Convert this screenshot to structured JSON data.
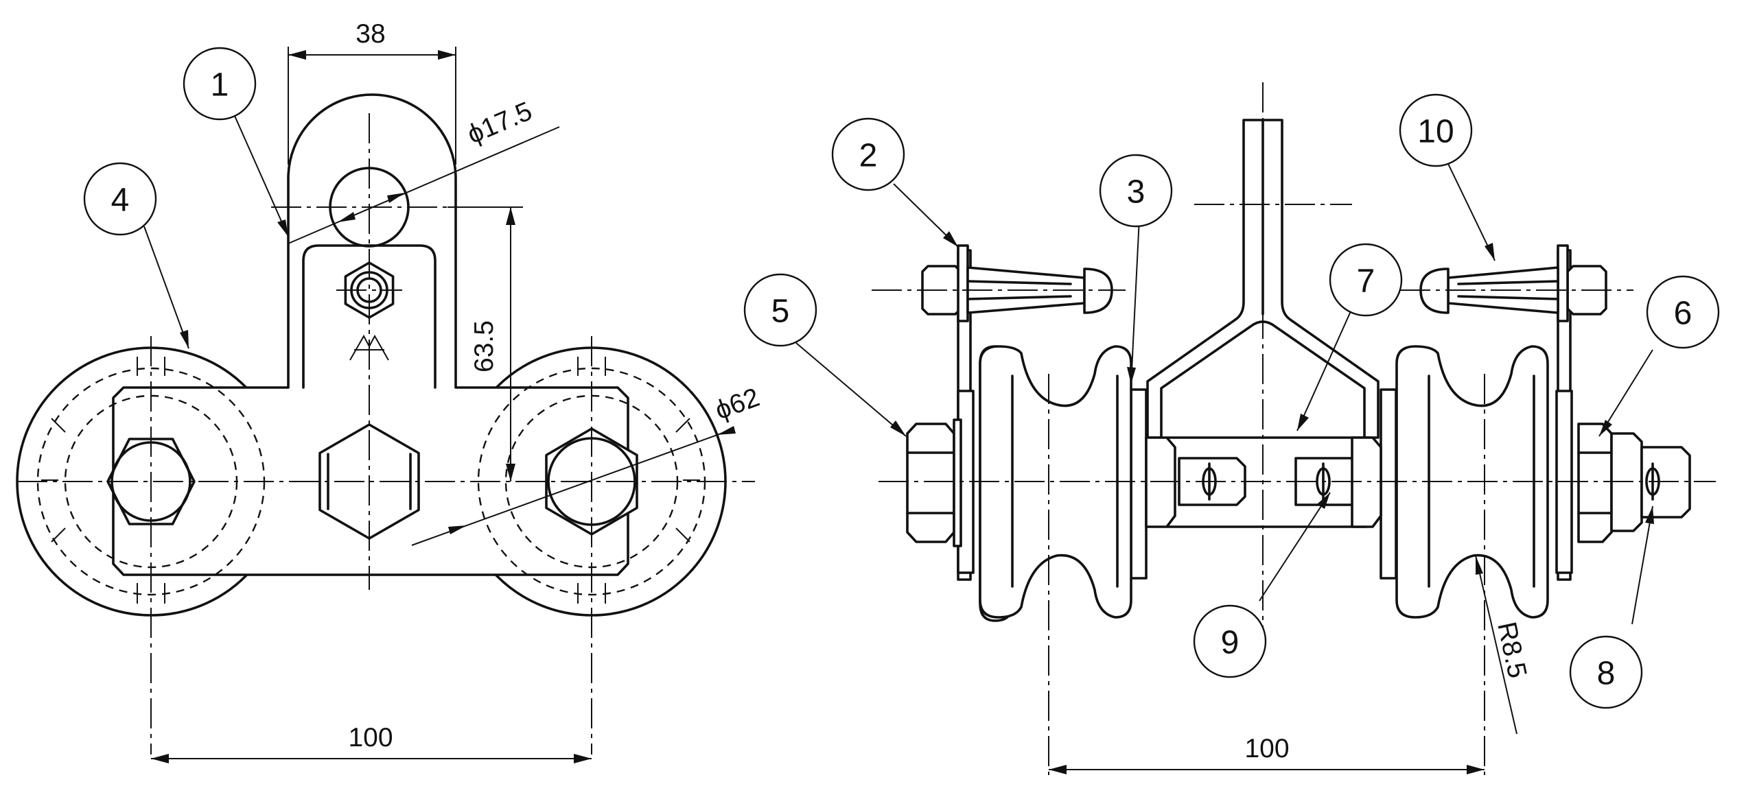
{
  "dimensions": {
    "top_width": "38",
    "hole_diameter": "ϕ17.5",
    "height": "63.5",
    "wheel_diameter": "ϕ62",
    "left_center_distance": "100",
    "right_center_distance": "100",
    "groove_radius": "R8.5"
  },
  "balloons": [
    {
      "id": "balloon-1",
      "label": "1"
    },
    {
      "id": "balloon-2",
      "label": "2"
    },
    {
      "id": "balloon-3",
      "label": "3"
    },
    {
      "id": "balloon-4",
      "label": "4"
    },
    {
      "id": "balloon-5",
      "label": "5"
    },
    {
      "id": "balloon-6",
      "label": "6"
    },
    {
      "id": "balloon-7",
      "label": "7"
    },
    {
      "id": "balloon-8",
      "label": "8"
    },
    {
      "id": "balloon-9",
      "label": "9"
    },
    {
      "id": "balloon-10",
      "label": "10"
    }
  ]
}
